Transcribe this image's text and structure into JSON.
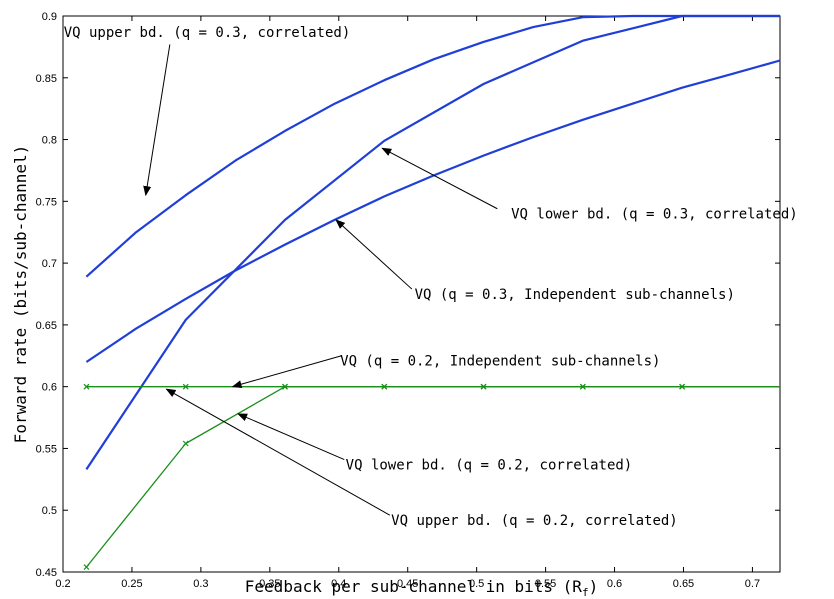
{
  "chart_data": {
    "type": "line",
    "title": "",
    "xlabel": "Feedback per sub-channel in bits (R",
    "xlabel_subscript": "f",
    "xlabel_suffix": ")",
    "ylabel": "Forward rate (bits/sub-channel)",
    "xlim": [
      0.2,
      0.72
    ],
    "ylim": [
      0.45,
      0.9
    ],
    "xticks": [
      0.2,
      0.25,
      0.3,
      0.35,
      0.4,
      0.45,
      0.5,
      0.55,
      0.6,
      0.65,
      0.7
    ],
    "yticks": [
      0.45,
      0.5,
      0.55,
      0.6,
      0.65,
      0.7,
      0.75,
      0.8,
      0.85,
      0.9
    ],
    "grid": false,
    "series": [
      {
        "color": "#1f3fd8",
        "marker": "none",
        "points": [
          [
            0.217,
            0.689
          ],
          [
            0.253,
            0.725
          ],
          [
            0.289,
            0.755
          ],
          [
            0.325,
            0.783
          ],
          [
            0.361,
            0.807
          ],
          [
            0.397,
            0.829
          ],
          [
            0.433,
            0.848
          ],
          [
            0.469,
            0.865
          ],
          [
            0.505,
            0.879
          ],
          [
            0.541,
            0.891
          ],
          [
            0.577,
            0.899
          ],
          [
            0.613,
            0.9
          ],
          [
            0.649,
            0.9
          ],
          [
            0.72,
            0.9
          ]
        ]
      },
      {
        "color": "#1f3fd8",
        "marker": "none",
        "points": [
          [
            0.217,
            0.533
          ],
          [
            0.289,
            0.654
          ],
          [
            0.361,
            0.735
          ],
          [
            0.433,
            0.799
          ],
          [
            0.505,
            0.845
          ],
          [
            0.577,
            0.88
          ],
          [
            0.649,
            0.9
          ],
          [
            0.72,
            0.9
          ]
        ]
      },
      {
        "color": "#1f3fd8",
        "marker": "none",
        "points": [
          [
            0.217,
            0.62
          ],
          [
            0.253,
            0.647
          ],
          [
            0.289,
            0.671
          ],
          [
            0.325,
            0.694
          ],
          [
            0.361,
            0.715
          ],
          [
            0.397,
            0.735
          ],
          [
            0.433,
            0.754
          ],
          [
            0.469,
            0.771
          ],
          [
            0.505,
            0.787
          ],
          [
            0.541,
            0.802
          ],
          [
            0.577,
            0.816
          ],
          [
            0.613,
            0.829
          ],
          [
            0.649,
            0.842
          ],
          [
            0.685,
            0.853
          ],
          [
            0.72,
            0.864
          ]
        ]
      },
      {
        "color": "#1a8f1a",
        "marker": "x",
        "points": [
          [
            0.217,
            0.6
          ],
          [
            0.289,
            0.6
          ],
          [
            0.361,
            0.6
          ],
          [
            0.433,
            0.6
          ],
          [
            0.505,
            0.6
          ],
          [
            0.577,
            0.6
          ],
          [
            0.649,
            0.6
          ],
          [
            0.72,
            0.6
          ]
        ]
      },
      {
        "color": "#1a8f1a",
        "marker": "x",
        "points": [
          [
            0.217,
            0.454
          ],
          [
            0.289,
            0.554
          ],
          [
            0.361,
            0.6
          ],
          [
            0.433,
            0.6
          ],
          [
            0.505,
            0.6
          ],
          [
            0.577,
            0.6
          ],
          [
            0.649,
            0.6
          ],
          [
            0.72,
            0.6
          ]
        ]
      }
    ],
    "annotations": [
      {
        "text": "VQ upper bd. (q = 0.3, correlated)",
        "text_at": [
          0.2005,
          0.883
        ],
        "anchor": "start",
        "arrow_from": [
          0.2775,
          0.877
        ],
        "arrow_to": [
          0.26,
          0.755
        ]
      },
      {
        "text": "VQ lower bd. (q = 0.3, correlated)",
        "text_at": [
          0.525,
          0.736
        ],
        "anchor": "start",
        "arrow_from": [
          0.515,
          0.744
        ],
        "arrow_to": [
          0.4315,
          0.793
        ]
      },
      {
        "text": "VQ (q = 0.3, Independent sub-channels)",
        "text_at": [
          0.455,
          0.671
        ],
        "anchor": "start",
        "arrow_from": [
          0.453,
          0.679
        ],
        "arrow_to": [
          0.398,
          0.735
        ]
      },
      {
        "text": "VQ (q = 0.2, Independent sub-channels)",
        "text_at": [
          0.401,
          0.617
        ],
        "anchor": "start",
        "arrow_from": [
          0.402,
          0.625
        ],
        "arrow_to": [
          0.323,
          0.6
        ]
      },
      {
        "text": "VQ lower bd. (q = 0.2, correlated)",
        "text_at": [
          0.405,
          0.533
        ],
        "anchor": "start",
        "arrow_from": [
          0.404,
          0.541
        ],
        "arrow_to": [
          0.327,
          0.578
        ]
      },
      {
        "text": "VQ upper bd. (q = 0.2, correlated)",
        "text_at": [
          0.438,
          0.488
        ],
        "anchor": "start",
        "arrow_from": [
          0.437,
          0.496
        ],
        "arrow_to": [
          0.275,
          0.598
        ]
      }
    ]
  }
}
